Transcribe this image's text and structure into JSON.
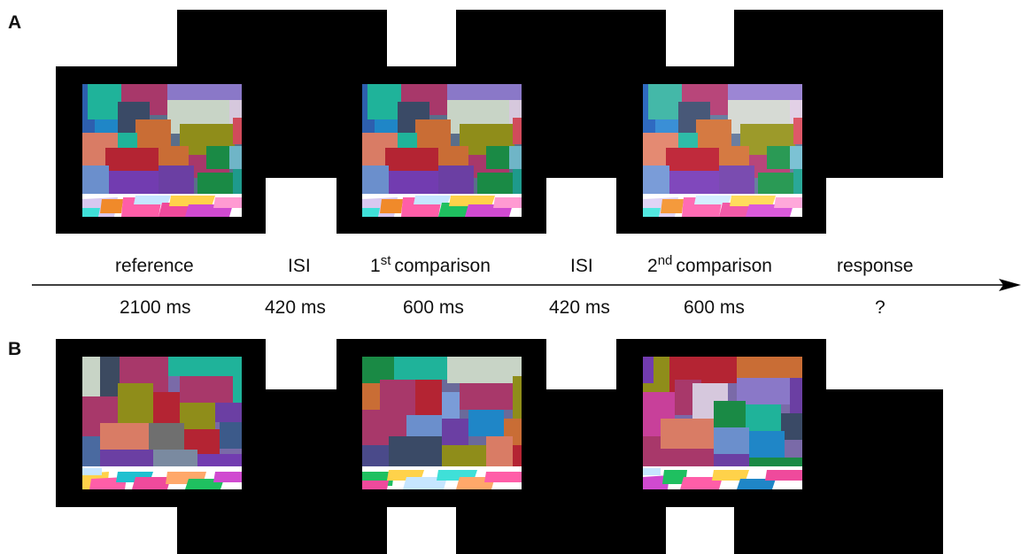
{
  "panels": {
    "a_letter": "A",
    "b_letter": "B"
  },
  "timeline": {
    "labels": [
      "reference",
      "ISI",
      "comparison",
      "ISI",
      "comparison",
      "response"
    ],
    "ordinals": [
      {
        "number": "1",
        "suffix": "st"
      },
      {
        "number": "2",
        "suffix": "nd"
      }
    ],
    "durations": [
      "2100 ms",
      "420 ms",
      "600 ms",
      "420 ms",
      "600 ms",
      "?"
    ]
  },
  "colors": {
    "frame": "#000000",
    "background": "#ffffff",
    "axis": "#000000"
  }
}
